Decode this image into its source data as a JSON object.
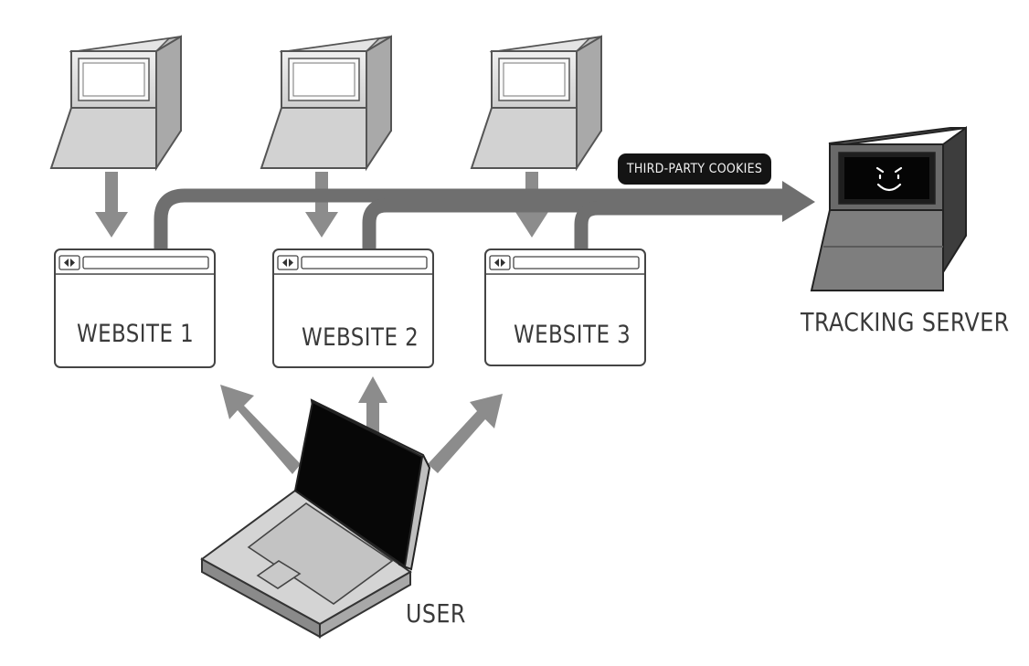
{
  "websites": [
    {
      "label": "WEBSITE 1"
    },
    {
      "label": "WEBSITE 2"
    },
    {
      "label": "WEBSITE 3"
    }
  ],
  "tracking_server": {
    "label": "TRACKING SERVER"
  },
  "user": {
    "label": "USER"
  },
  "cookie_flow": {
    "label": "THIRD-PARTY COOKIES"
  },
  "colors": {
    "flow_arrow": "#8c8c8c",
    "cookie_track": "#6f6f6f",
    "screen": "#0a0a0a",
    "pill": "#141414"
  }
}
